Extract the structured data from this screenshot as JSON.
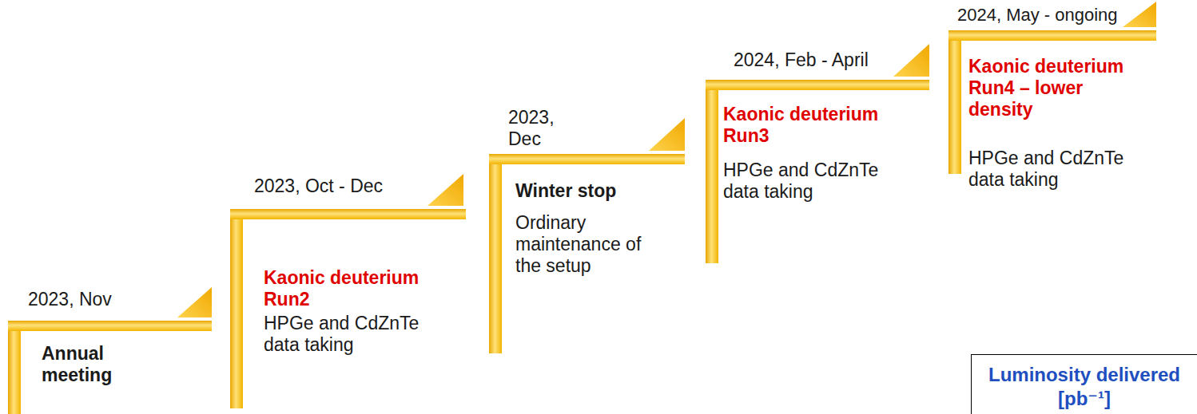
{
  "diagram": {
    "nodes": [
      {
        "text": [
          "2023, Nov",
          "Annual meeting"
        ]
      },
      {
        "text": [
          "2023, Oct - Dec",
          "Kaonic deuterium Run2",
          "HPGe and CdZnTe data taking"
        ]
      },
      {
        "text": [
          "2023, Dec",
          "Winter stop",
          "Ordinary maintenance of the setup"
        ]
      },
      {
        "text": [
          "2024, Feb - April",
          "Kaonic deuterium Run3",
          "HPGe and CdZnTe data taking"
        ]
      },
      {
        "text": [
          "2024, May - ongoing",
          "Kaonic deuterium Run4 – lower density",
          "HPGe and CdZnTe data taking"
        ]
      },
      {
        "text": [
          "Luminosity delivered [pb⁻¹]"
        ]
      }
    ]
  }
}
